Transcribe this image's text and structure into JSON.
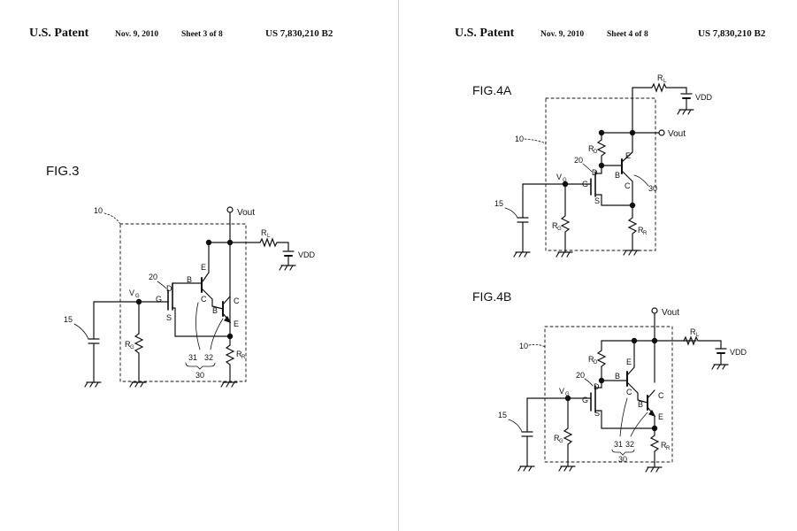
{
  "sheets": [
    {
      "header": {
        "title": "U.S. Patent",
        "date": "Nov. 9, 2010",
        "sheet": "Sheet 3 of 8",
        "number": "US 7,830,210 B2"
      },
      "figures": [
        {
          "label": "FIG.3",
          "refs": {
            "ref10": "10",
            "ref15": "15",
            "ref20": "20",
            "ref30": "30",
            "ref31": "31",
            "ref32": "32"
          },
          "nodes": {
            "vout": "Vout",
            "vdd": "VDD",
            "vg_main": "V",
            "vg_sub": "G",
            "rl_main": "R",
            "rl_sub": "L",
            "rg_main": "R",
            "rg_sub": "G",
            "rr_main": "R",
            "rr_sub": "R",
            "gate": "G",
            "drain": "D",
            "source": "S",
            "b1": "B",
            "e1": "E",
            "c1": "C",
            "b2": "B",
            "c2": "C",
            "e2": "E"
          }
        }
      ]
    },
    {
      "header": {
        "title": "U.S. Patent",
        "date": "Nov. 9, 2010",
        "sheet": "Sheet 4 of 8",
        "number": "US 7,830,210 B2"
      },
      "figures": [
        {
          "label": "FIG.4A",
          "refs": {
            "ref10": "10",
            "ref15": "15",
            "ref20": "20",
            "ref30": "30"
          },
          "nodes": {
            "vout": "Vout",
            "vdd": "VDD",
            "vg_main": "V",
            "vg_sub": "G",
            "rl_main": "R",
            "rl_sub": "L",
            "rd_main": "R",
            "rd_sub": "D",
            "rg_main": "R",
            "rg_sub": "G",
            "rr_main": "R",
            "rr_sub": "R",
            "gate": "G",
            "drain": "D",
            "source": "S",
            "e": "E",
            "b": "B",
            "c": "C"
          }
        },
        {
          "label": "FIG.4B",
          "refs": {
            "ref10": "10",
            "ref15": "15",
            "ref20": "20",
            "ref30": "30",
            "ref31": "31",
            "ref32": "32"
          },
          "nodes": {
            "vout": "Vout",
            "vdd": "VDD",
            "vg_main": "V",
            "vg_sub": "G",
            "rl_main": "R",
            "rl_sub": "L",
            "rd_main": "R",
            "rd_sub": "D",
            "rg_main": "R",
            "rg_sub": "G",
            "rr_main": "R",
            "rr_sub": "R",
            "gate": "G",
            "drain": "D",
            "source": "S",
            "b1": "B",
            "e1": "E",
            "c1": "C",
            "b2": "B",
            "c2": "C",
            "e2": "E"
          }
        }
      ]
    }
  ]
}
